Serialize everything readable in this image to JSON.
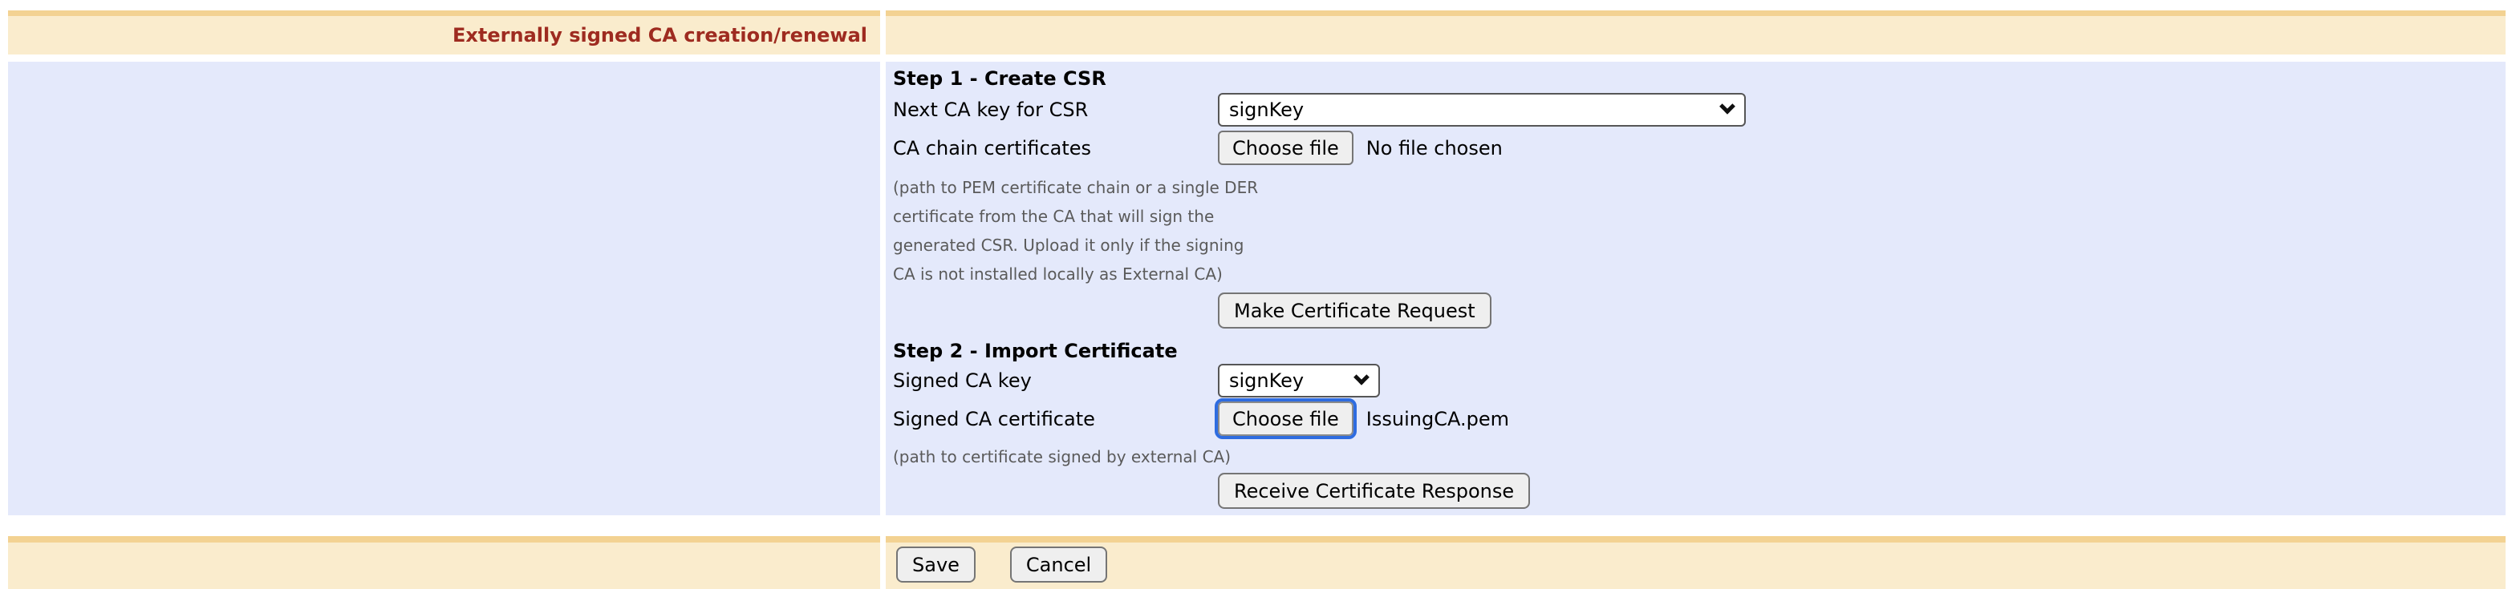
{
  "header": {
    "title": "Externally signed CA creation/renewal"
  },
  "colors": {
    "header_bg": "#faeccd",
    "header_strip": "#f3d292",
    "body_bg": "#e4e9fb",
    "title_red": "#9e2b20",
    "focus_ring_blue": "#2e6ce0",
    "help_gray": "#5a5a5a"
  },
  "form": {
    "step1": {
      "heading": "Step 1 - Create CSR",
      "next_ca_key_label": "Next CA key for CSR",
      "next_ca_key_value": "signKey",
      "ca_chain_label": "CA chain certificates",
      "ca_chain_file_button": "Choose file",
      "ca_chain_file_status": "No file chosen",
      "ca_chain_help_lines": [
        "(path to PEM certificate chain or a single DER",
        "certificate from the CA that will sign the",
        "generated CSR. Upload it only if the signing",
        "CA is not installed locally as External CA)"
      ],
      "make_request_button": "Make Certificate Request"
    },
    "step2": {
      "heading": "Step 2 - Import Certificate",
      "signed_key_label": "Signed CA key",
      "signed_key_value": "signKey",
      "signed_cert_label": "Signed CA certificate",
      "signed_cert_file_button": "Choose file",
      "signed_cert_file_name": "IssuingCA.pem",
      "signed_cert_help": "(path to certificate signed by external CA)",
      "receive_response_button": "Receive Certificate Response"
    }
  },
  "footer": {
    "save_label": "Save",
    "cancel_label": "Cancel"
  },
  "icons": {
    "select_arrow": "chevron-down"
  }
}
